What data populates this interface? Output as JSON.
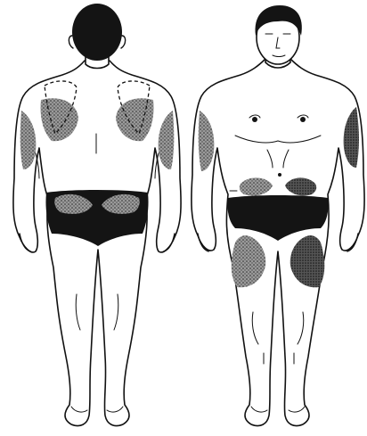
{
  "figure": {
    "views": [
      {
        "name": "posterior",
        "shaded_sites": [
          "upper-arms",
          "upper-back",
          "buttocks"
        ]
      },
      {
        "name": "anterior",
        "shaded_sites": [
          "upper-arms",
          "abdomen",
          "thighs"
        ]
      }
    ],
    "colors": {
      "background": "#ffffff",
      "outline": "#111111",
      "shading_light": "#8a8a8a",
      "shading_dark": "#3a3a3a",
      "underwear": "#141414",
      "hair": "#141414"
    }
  }
}
